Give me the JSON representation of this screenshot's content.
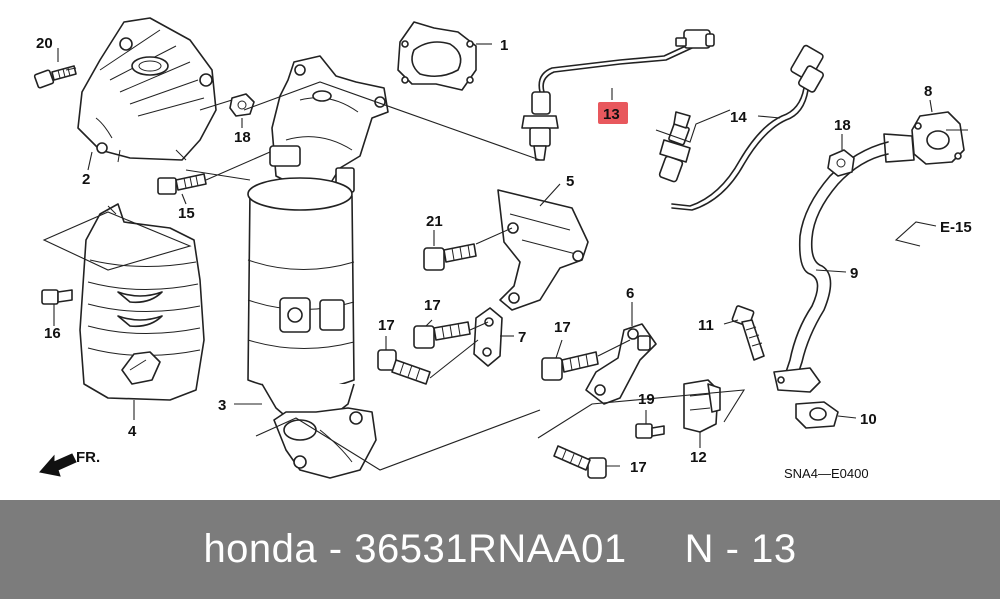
{
  "diagram": {
    "callouts": [
      "1",
      "2",
      "3",
      "4",
      "5",
      "6",
      "7",
      "8",
      "9",
      "10",
      "11",
      "12",
      "13",
      "14",
      "15",
      "16",
      "17",
      "18",
      "19",
      "20",
      "21"
    ],
    "highlight_callout": "13",
    "highlight_color": "#e8585d",
    "diagram_code": "SNA4—E0400",
    "ref_label": "E-15",
    "front_label": "FR."
  },
  "footer": {
    "brand": "honda",
    "part_number": "36531RNAA01",
    "position": "N - 13",
    "text": "honda - 36531RNAA01     N - 13",
    "background": "#7c7c7c"
  }
}
